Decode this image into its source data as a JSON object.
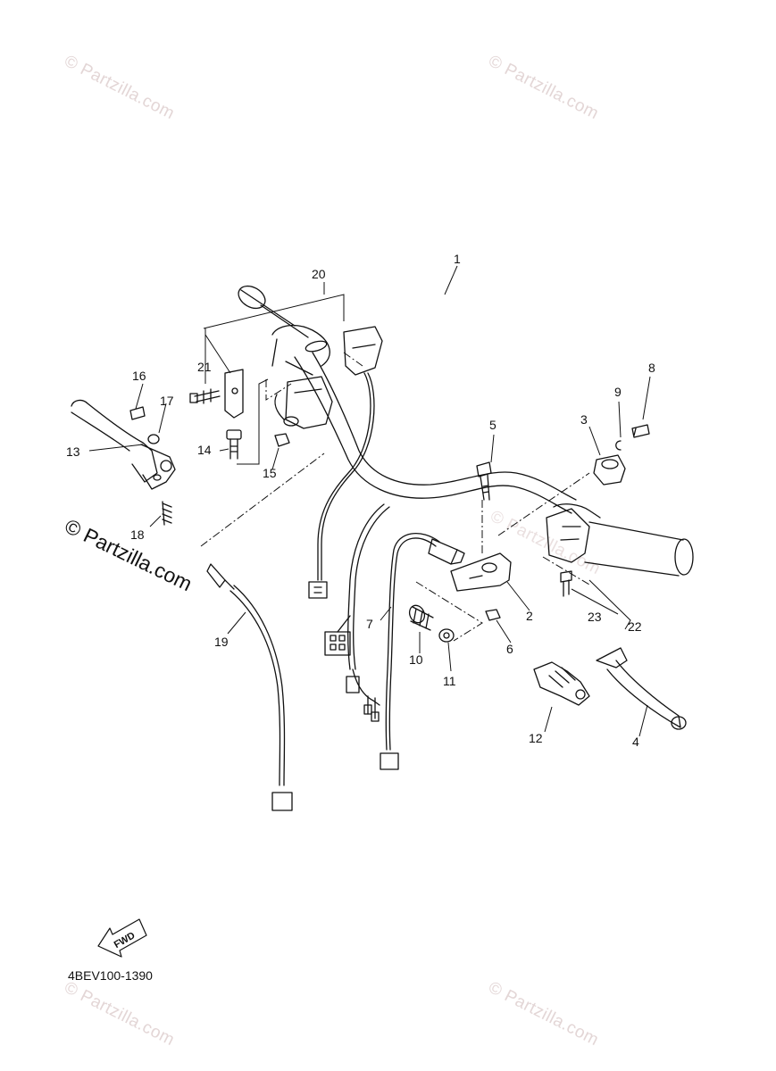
{
  "watermarks": {
    "faint": "© Partzilla.com",
    "bold": "© Partzilla.com"
  },
  "diagram_code": "4BEV100-1390",
  "fwd_label": "FWD",
  "callouts": {
    "c1": "1",
    "c2": "2",
    "c3": "3",
    "c4": "4",
    "c5": "5",
    "c6": "6",
    "c7": "7",
    "c8": "8",
    "c9": "9",
    "c10": "10",
    "c11": "11",
    "c12": "12",
    "c13": "13",
    "c14": "14",
    "c15": "15",
    "c16": "16",
    "c17": "17",
    "c18": "18",
    "c19": "19",
    "c20": "20",
    "c21": "21",
    "c22": "22",
    "c23": "23"
  }
}
